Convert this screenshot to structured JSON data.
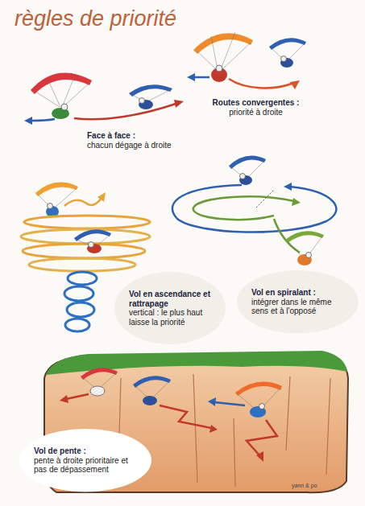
{
  "diagram": {
    "title": "règles de priorité",
    "nodes": [
      {
        "text": [
          "Face à face :",
          "chacun dégage à droite"
        ]
      },
      {
        "text": [
          "Routes convergentes :",
          "priorité à droite"
        ]
      },
      {
        "text": [
          "Vol en ascendance et rattrapage",
          "vertical : le plus haut laisse la priorité"
        ]
      },
      {
        "text": [
          "Vol en spiralant :",
          "intégrer dans le même sens et à l'opposé"
        ]
      },
      {
        "text": [
          "Vol de pente :",
          "pente à droite prioritaire et pas de dépassement"
        ]
      }
    ],
    "edges": [],
    "labels": [
      "yann & po"
    ]
  }
}
